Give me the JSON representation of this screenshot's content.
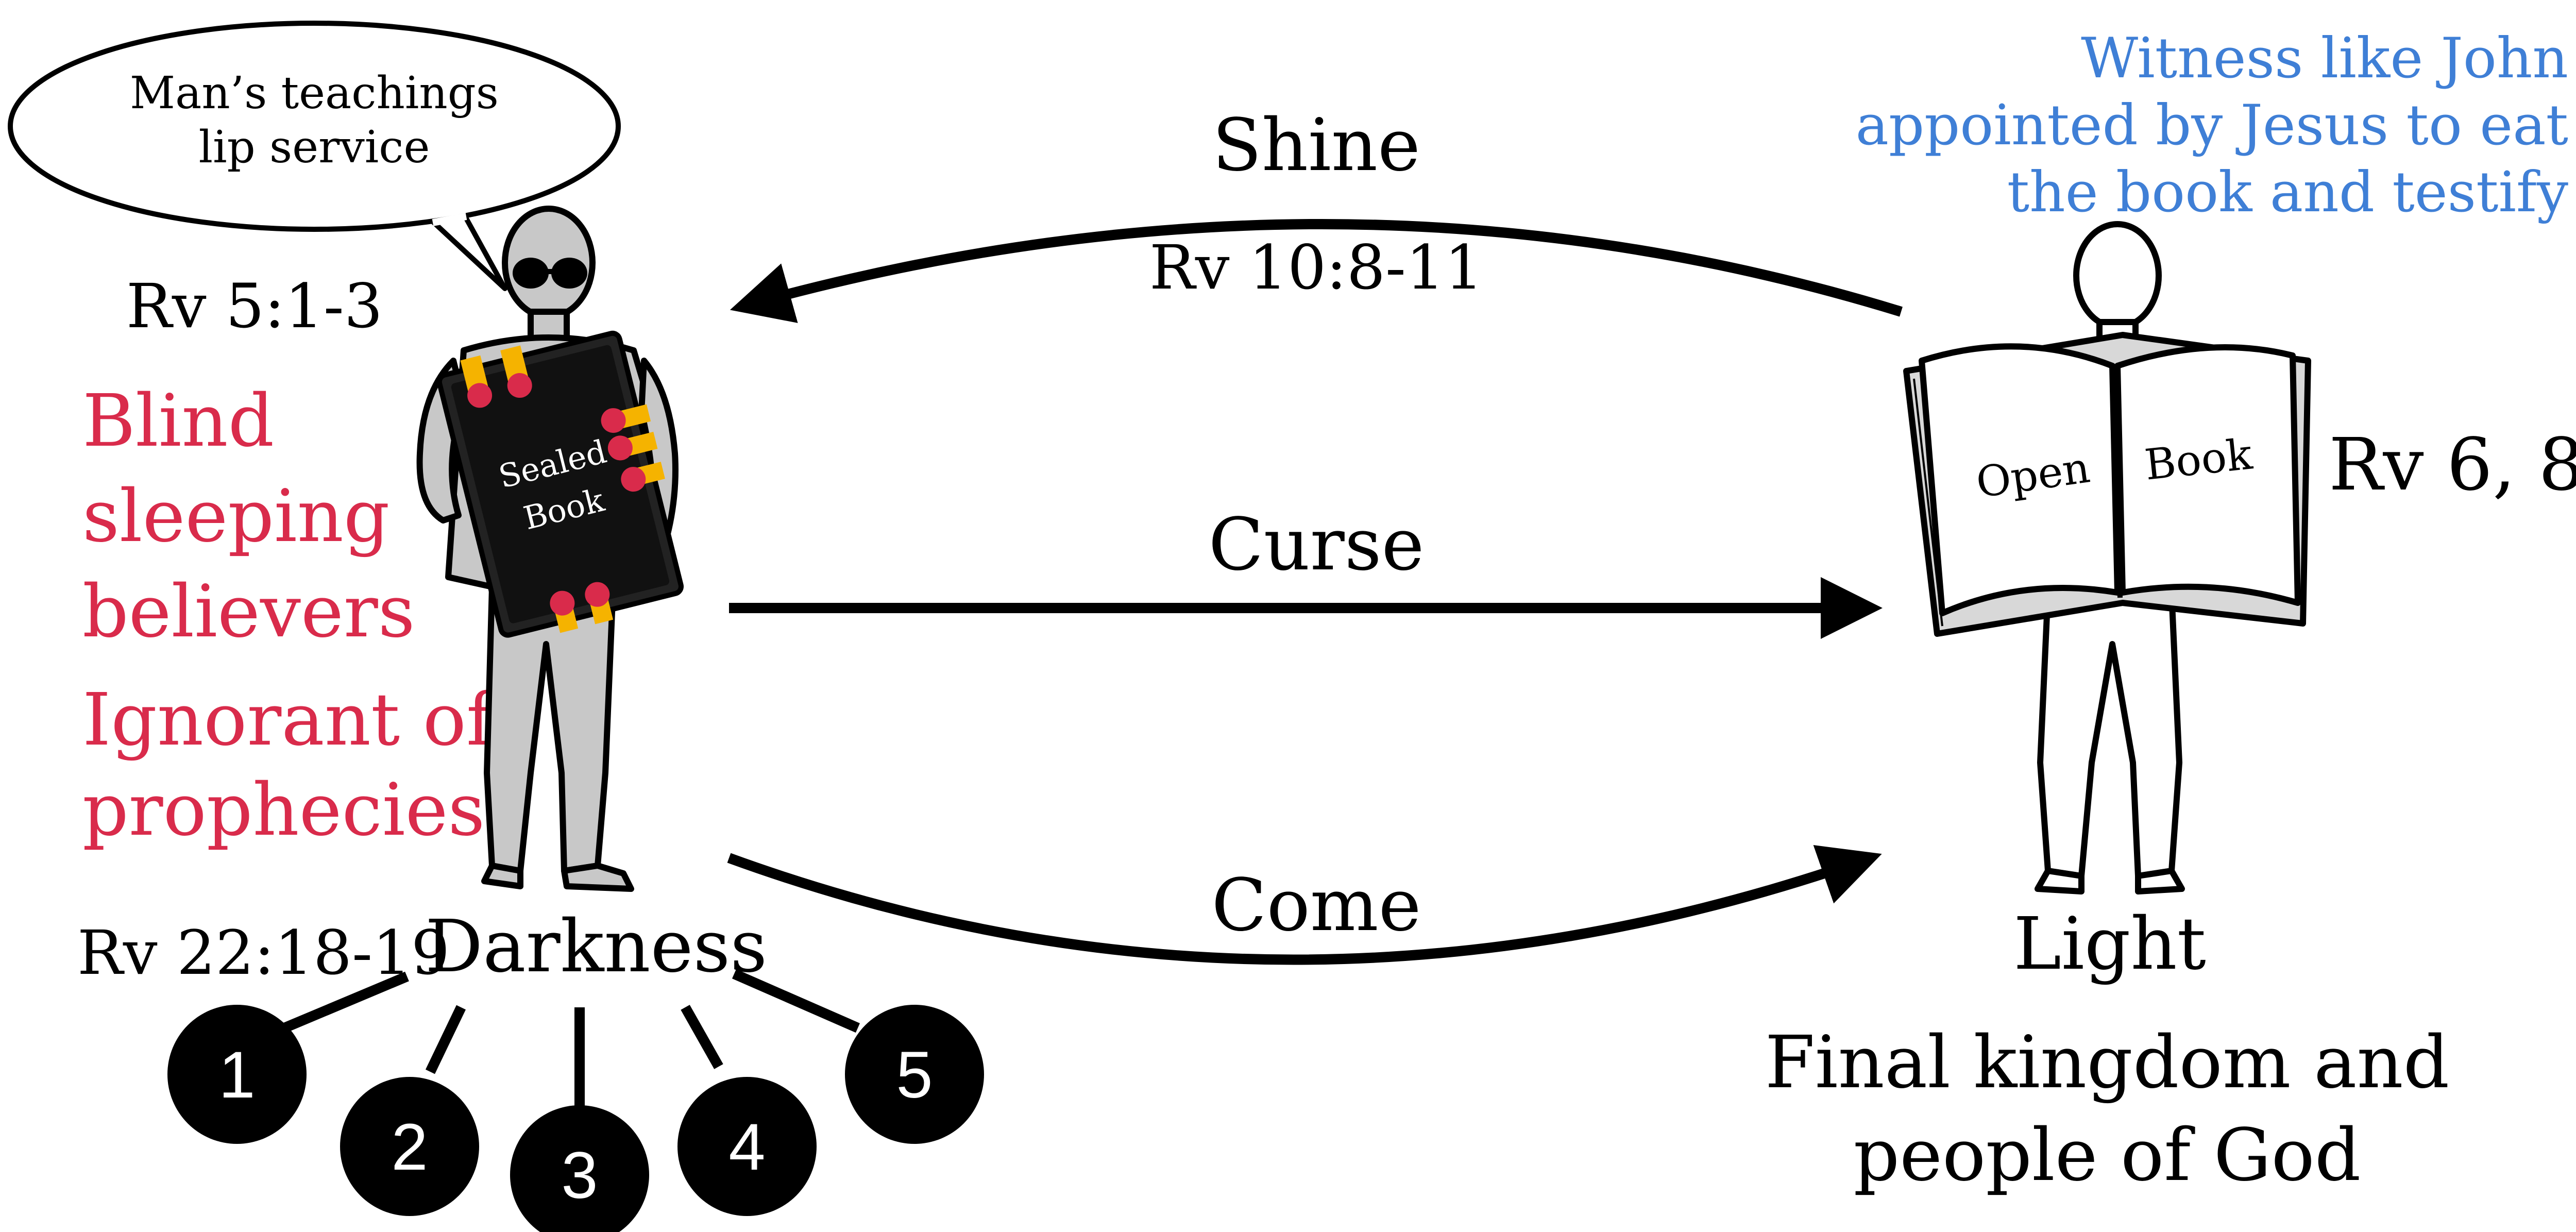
{
  "speech_bubble": {
    "line1": "Man’s teachings",
    "line2": "lip service"
  },
  "left": {
    "ref_top": "Rv 5:1-3",
    "desc_line1": "Blind",
    "desc_line2": "sleeping",
    "desc_line3": "believers",
    "ignorant_line1": "Ignorant of",
    "ignorant_line2": "prophecies",
    "ref_bottom": "Rv 22:18-19",
    "state_label": "Darkness",
    "book_line1": "Sealed",
    "book_line2": "Book"
  },
  "arrows": {
    "top_label": "Shine",
    "top_ref": "Rv 10:8-11",
    "middle_label": "Curse",
    "bottom_label": "Come"
  },
  "right": {
    "witness_line1": "Witness like John",
    "witness_line2": "appointed by Jesus to eat",
    "witness_line3": "the book and testify",
    "book_left": "Open",
    "book_right": "Book",
    "ref": "Rv 6, 8",
    "state_label": "Light",
    "final_line1": "Final kingdom and",
    "final_line2": "people of God"
  },
  "numbered_items": [
    "1",
    "2",
    "3",
    "4",
    "5"
  ],
  "colors": {
    "red": "#D92B4B",
    "blue": "#3F7FD6",
    "figure_gray": "#C8C8C8",
    "seal_yellow": "#F5B300"
  }
}
